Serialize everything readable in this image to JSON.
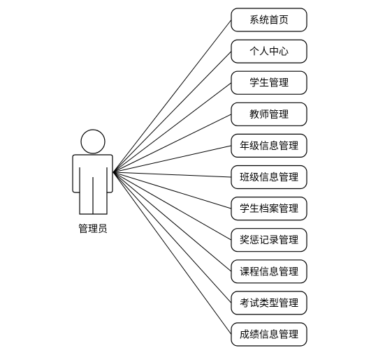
{
  "actor": {
    "label": "管理员",
    "icon": "stick-figure-icon"
  },
  "use_cases": [
    {
      "label": "系统首页"
    },
    {
      "label": "个人中心"
    },
    {
      "label": "学生管理"
    },
    {
      "label": "教师管理"
    },
    {
      "label": "年级信息管理"
    },
    {
      "label": "班级信息管理"
    },
    {
      "label": "学生档案管理"
    },
    {
      "label": "奖惩记录管理"
    },
    {
      "label": "课程信息管理"
    },
    {
      "label": "考试类型管理"
    },
    {
      "label": "成绩信息管理"
    }
  ],
  "colors": {
    "stroke": "#000000",
    "box_fill": "#ffffff",
    "text": "#000000"
  }
}
